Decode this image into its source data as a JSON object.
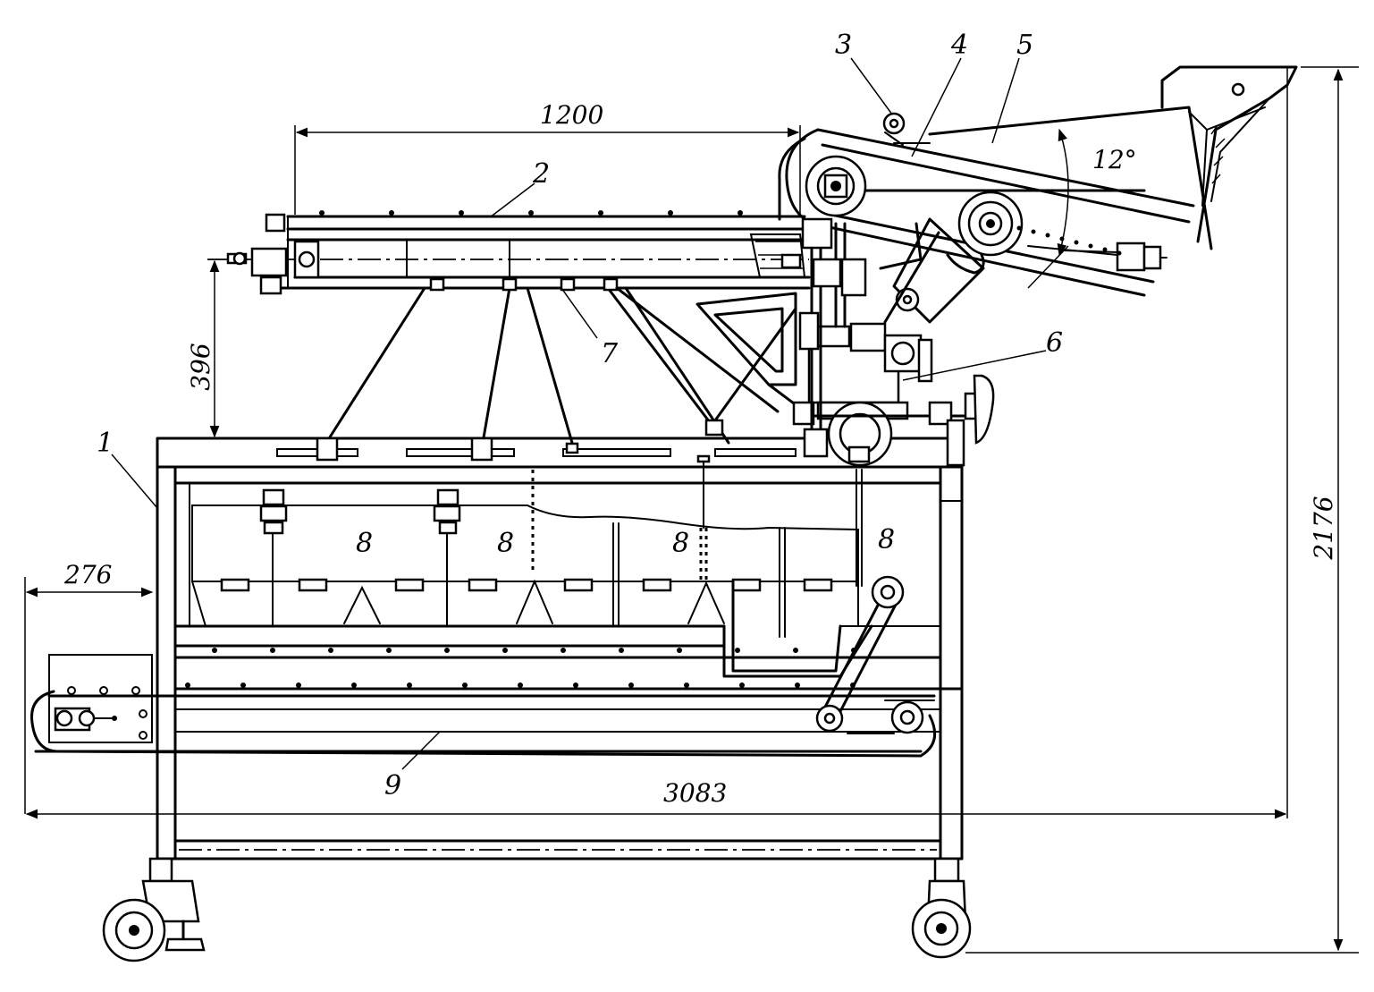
{
  "dimensions": {
    "d1200": "1200",
    "d396": "396",
    "d276": "276",
    "d3083": "3083",
    "d2176": "2176",
    "angle": "12°"
  },
  "callouts": [
    "1",
    "2",
    "3",
    "4",
    "5",
    "6",
    "7",
    "8",
    "8",
    "8",
    "8",
    "9"
  ]
}
